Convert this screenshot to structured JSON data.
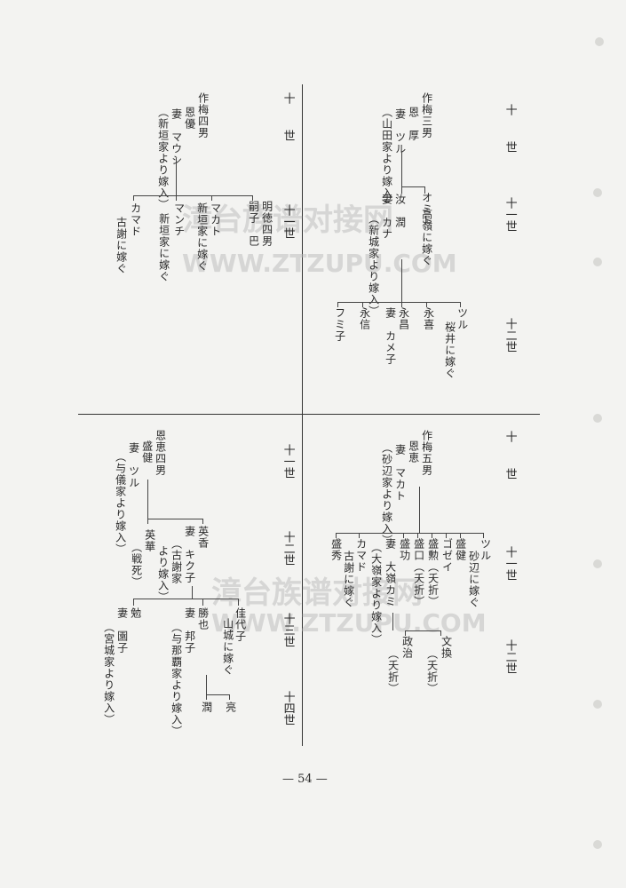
{
  "page_number": "— 54 —",
  "generations": {
    "g10": "十　世",
    "g11": "十一世",
    "g12": "十二世",
    "g13": "十三世",
    "g14": "十四世"
  },
  "top_right": {
    "father": [
      "作梅三男",
      "恩　厚",
      "妻　ツル",
      "（山田家より嫁入）"
    ],
    "col_omito": [
      "オミト",
      "高嶺に嫁ぐ"
    ],
    "col_ju": [
      "汝　潤",
      "妻　カナ",
      "（新城家より嫁入）"
    ],
    "col_tsuru": [
      "ツル",
      "桜井に嫁ぐ"
    ],
    "col_eiki": "永喜",
    "col_eisho": [
      "永昌",
      "妻　カメ子"
    ],
    "col_eishin": "永信",
    "col_fumiko": "フミ子"
  },
  "top_left": {
    "father": [
      "作梅四男",
      "恩優",
      "妻　マウシ",
      "（新垣家より嫁入）"
    ],
    "col_meitoku": [
      "明徳四男",
      "嗣子　巴"
    ],
    "col_makato": [
      "マカト",
      "新垣家に嫁ぐ"
    ],
    "col_manchi": [
      "マンチ",
      "新垣家に嫁ぐ"
    ],
    "col_kamado": [
      "カマド",
      "古謝に嫁ぐ"
    ]
  },
  "bottom_right": {
    "father": [
      "作梅五男",
      "恩恵",
      "妻　マカト",
      "（砂辺家より嫁入）"
    ],
    "col_tsuru": [
      "ツル",
      "砂辺に嫁ぐ"
    ],
    "col_seiken": "盛健",
    "col_gozei": "ゴゼイ",
    "col_seikun": "盛勲（夭折）",
    "col_seiko": "盛口（夭折）",
    "col_seikou": [
      "盛功",
      "妻　大嶺カミ",
      "（大嶺家より嫁入）"
    ],
    "col_kamado": [
      "カマド",
      "古謝に嫁ぐ"
    ],
    "col_seishu": "盛秀",
    "col_bunkan": [
      "文換",
      "（夭折）"
    ],
    "col_seiji": [
      "政治",
      "（夭折）"
    ]
  },
  "bottom_left": {
    "father": [
      "恩恵四男",
      "盛健",
      "妻　ツル",
      "（与儀家より嫁入）"
    ],
    "col_eiko": [
      "英香",
      "妻　キク子",
      "（古謝家",
      "より嫁入）"
    ],
    "col_eika": [
      "英華",
      "（戦死）"
    ],
    "col_kayoko": [
      "佳代子",
      "山城に嫁ぐ"
    ],
    "col_katsuya": [
      "勝也",
      "妻　邦子",
      "（与那覇家より嫁入）"
    ],
    "col_tsutomu": [
      "勉",
      "妻　園子",
      "（宮城家より嫁入）"
    ],
    "col_ryo": "亮",
    "col_jun": "潤"
  },
  "watermarks": [
    "漳台族谱对接网",
    "WWW.ZTZUPU.COM"
  ]
}
